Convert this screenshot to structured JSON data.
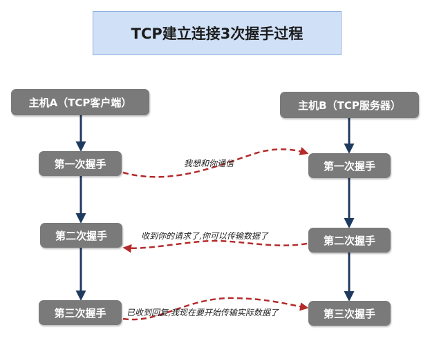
{
  "title": "TCP建立连接3次握手过程",
  "host_a": {
    "label": "主机A（TCP客户端）"
  },
  "host_b": {
    "label": "主机B（TCP服务器）"
  },
  "client_steps": [
    "第一次握手",
    "第二次握手",
    "第三次握手"
  ],
  "server_steps": [
    "第一次握手",
    "第二次握手",
    "第三次握手"
  ],
  "messages": [
    "我想和你通信",
    "收到你的请求了,你可以传输数据了",
    "已收到回复,我现在要开始传输实际数据了"
  ],
  "colors": {
    "title_fill": "#cfe0f7",
    "node_fill": "#7a7a7a",
    "timeline_arrow": "#1f3a5f",
    "message_arrow": "#b52a2a"
  }
}
